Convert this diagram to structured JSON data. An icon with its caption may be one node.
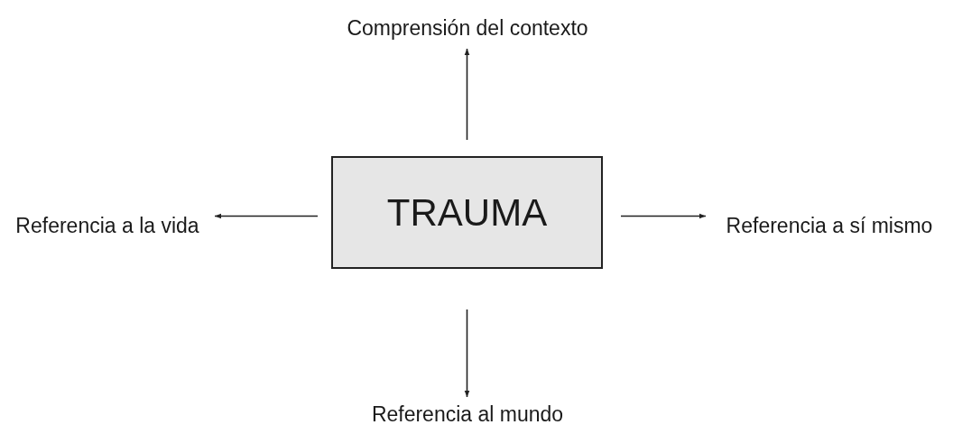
{
  "diagram": {
    "nodes": [
      {
        "text": [
          "TRAUMA"
        ]
      },
      {
        "text": [
          "Comprensión del contexto"
        ]
      },
      {
        "text": [
          "Referencia a la vida"
        ]
      },
      {
        "text": [
          "Referencia a sí mismo"
        ]
      },
      {
        "text": [
          "Referencia al mundo"
        ]
      }
    ],
    "edges": [
      {
        "from": 0,
        "to": 1,
        "arrow": "to"
      },
      {
        "from": 0,
        "to": 2,
        "arrow": "to"
      },
      {
        "from": 0,
        "to": 3,
        "arrow": "to"
      },
      {
        "from": 0,
        "to": 4,
        "arrow": "to"
      }
    ]
  }
}
